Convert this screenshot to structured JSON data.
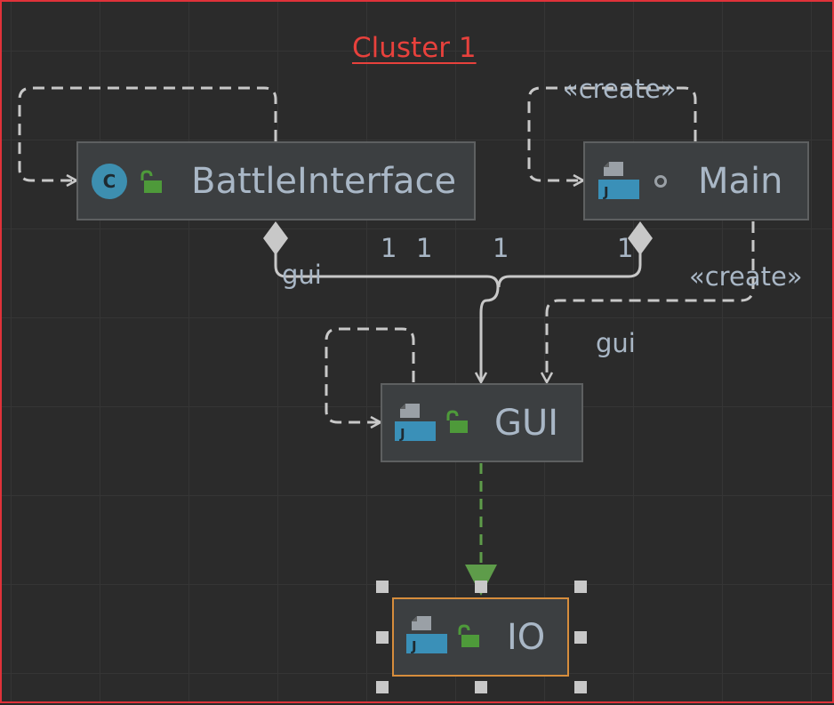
{
  "cluster": {
    "title": "Cluster 1"
  },
  "nodes": {
    "battle_interface": {
      "label": "BattleInterface",
      "icon": "class-icon",
      "icon_letter": "C",
      "visibility": "public"
    },
    "main": {
      "label": "Main",
      "icon": "java-file-icon",
      "icon_letter": "J",
      "visibility": "package-private"
    },
    "gui": {
      "label": "GUI",
      "icon": "java-file-icon",
      "icon_letter": "J",
      "visibility": "public"
    },
    "io": {
      "label": "IO",
      "icon": "java-file-icon",
      "icon_letter": "J",
      "visibility": "public"
    }
  },
  "edge_labels": {
    "main_self_create": "«create»",
    "bi_gui_role": "gui",
    "mult_1a": "1",
    "mult_1b": "1",
    "mult_1c": "1",
    "mult_1d": "1",
    "main_gui_create": "«create»",
    "main_gui_role": "gui"
  },
  "colors": {
    "background": "#2b2b2b",
    "cluster_border": "#e0323a",
    "node_fill": "#3c3f41",
    "selected_border": "#d68d3c",
    "edge": "#c8c8c8",
    "dependency_edge": "#5e9c4a",
    "class_icon": "#3d8fb0",
    "java_icon": "#3a90b8",
    "lock_icon": "#4e9a3a"
  }
}
